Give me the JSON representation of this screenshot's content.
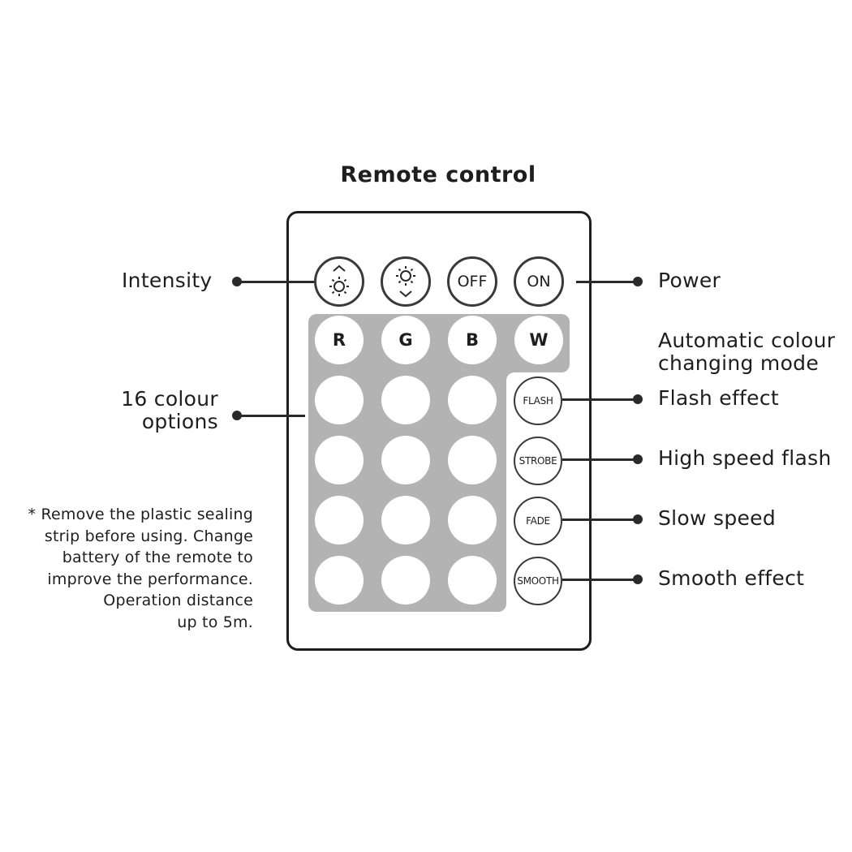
{
  "title": "Remote control",
  "top_buttons": [
    {
      "name": "intensity-up-button",
      "icon": "brightness-up-icon",
      "label": ""
    },
    {
      "name": "intensity-down-button",
      "icon": "brightness-down-icon",
      "label": ""
    },
    {
      "name": "off-button",
      "label": "OFF"
    },
    {
      "name": "on-button",
      "label": "ON"
    }
  ],
  "color_buttons": [
    "R",
    "G",
    "B",
    "W"
  ],
  "mode_buttons": [
    "FLASH",
    "STROBE",
    "FADE",
    "SMOOTH"
  ],
  "labels": {
    "intensity": "Intensity",
    "colour_options": [
      "16 colour",
      "options"
    ],
    "power": "Power",
    "auto_mode": [
      "Automatic colour",
      "changing mode"
    ],
    "flash": "Flash effect",
    "strobe": "High speed flash",
    "fade": "Slow speed",
    "smooth": "Smooth effect"
  },
  "note_lines": [
    "* Remove the plastic sealing",
    "strip before using. Change",
    "battery of the remote to",
    "improve the performance.",
    "Operation distance",
    "up to 5m."
  ],
  "colors": {
    "ink": "#1e1e1e",
    "panel_grey": "#b3b3b3",
    "background": "#ffffff"
  }
}
